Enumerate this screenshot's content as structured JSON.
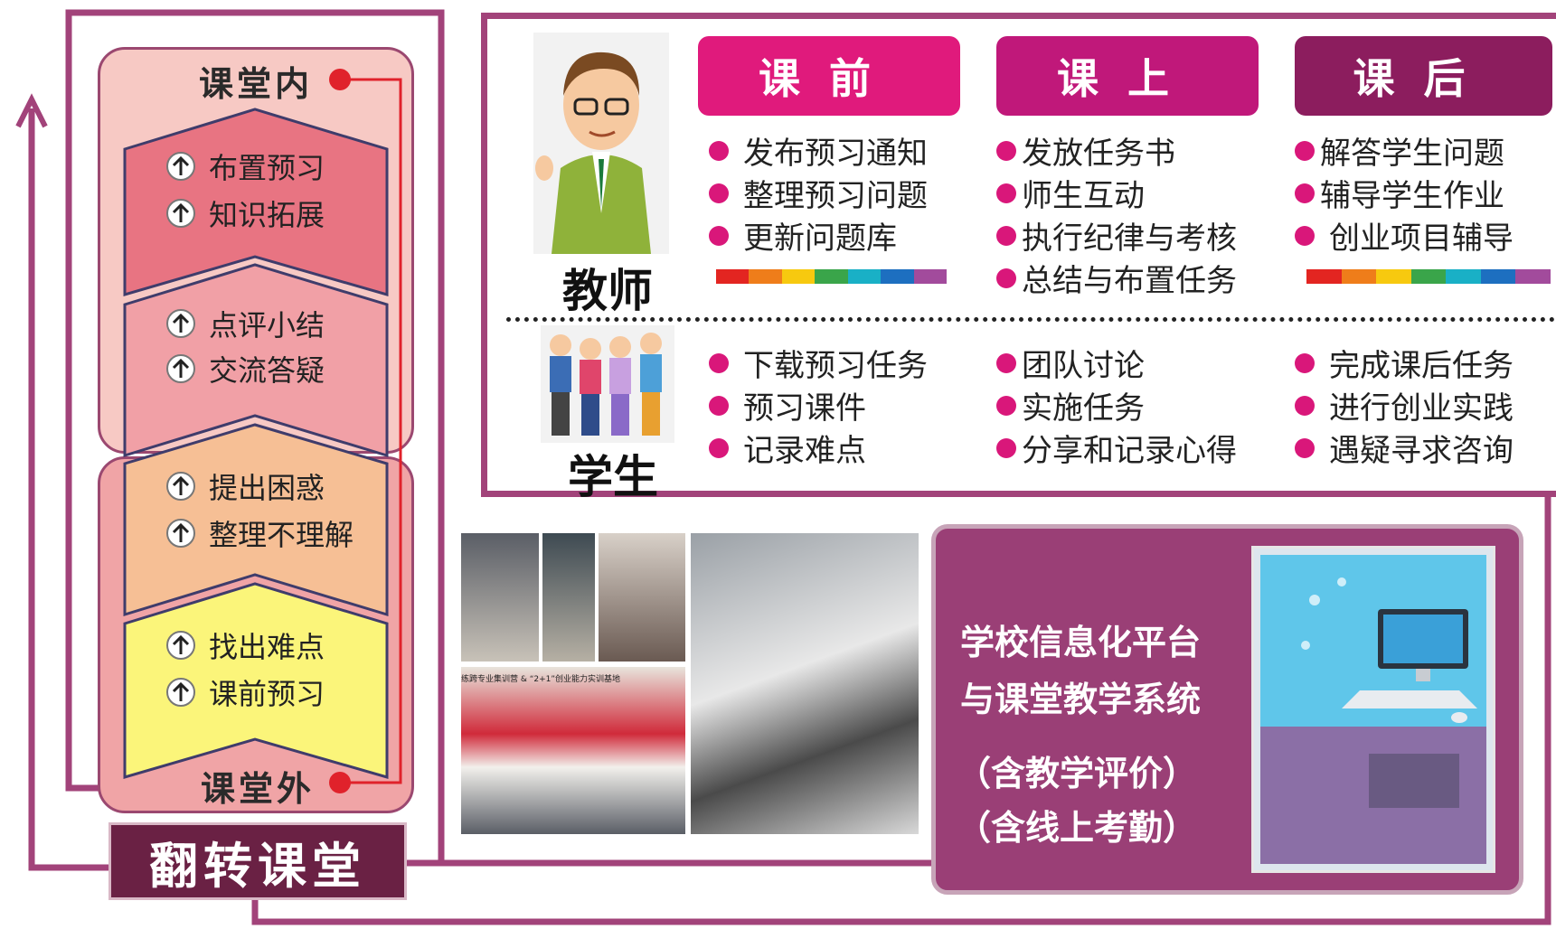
{
  "flipped_classroom": {
    "title": "翻转课堂",
    "in_class_label": "课堂内",
    "out_class_label": "课堂外",
    "chevrons": [
      {
        "items": [
          "布置预习",
          "知识拓展"
        ],
        "color": "#e87482"
      },
      {
        "items": [
          "点评小结",
          "交流答疑"
        ],
        "color": "#f1a0a6"
      },
      {
        "items": [
          "提出困惑",
          "整理不理解"
        ],
        "color": "#f6bf95"
      },
      {
        "items": [
          "找出难点",
          "课前预习"
        ],
        "color": "#fbf57a"
      }
    ]
  },
  "roles": {
    "teacher": "教师",
    "student": "学生"
  },
  "phases": [
    {
      "header": "课前",
      "color": "#e01a7c",
      "teacher_items": [
        "发布预习通知",
        "整理预习问题",
        "更新问题库"
      ],
      "student_items": [
        "下载预习任务",
        "预习课件",
        "记录难点"
      ]
    },
    {
      "header": "课上",
      "color": "#c0187a",
      "teacher_items": [
        "发放任务书",
        "师生互动",
        "执行纪律与考核",
        "总结与布置任务"
      ],
      "student_items": [
        "团队讨论",
        "实施任务",
        "分享和记录心得"
      ]
    },
    {
      "header": "课后",
      "color": "#8c1d5e",
      "teacher_items": [
        "解答学生问题",
        "辅导学生作业",
        "创业项目辅导"
      ],
      "student_items": [
        "完成课后任务",
        "进行创业实践",
        "遇疑寻求咨询"
      ]
    }
  ],
  "platform": {
    "line1": "学校信息化平台",
    "line2": "与课堂教学系统",
    "line3": "（含教学评价）",
    "line4": "（含线上考勤）"
  },
  "photo_banner_text": "练跨专业集训营 & “2+1”创业能力实训基地",
  "colors": {
    "frame": "#a2437a",
    "accent_dot": "#d9177a",
    "red_line": "#e0222b",
    "rainbow": [
      "#e32521",
      "#ef7d1a",
      "#f7c90f",
      "#3aa54a",
      "#19b0c6",
      "#1d6fc0",
      "#a24b9c"
    ]
  }
}
